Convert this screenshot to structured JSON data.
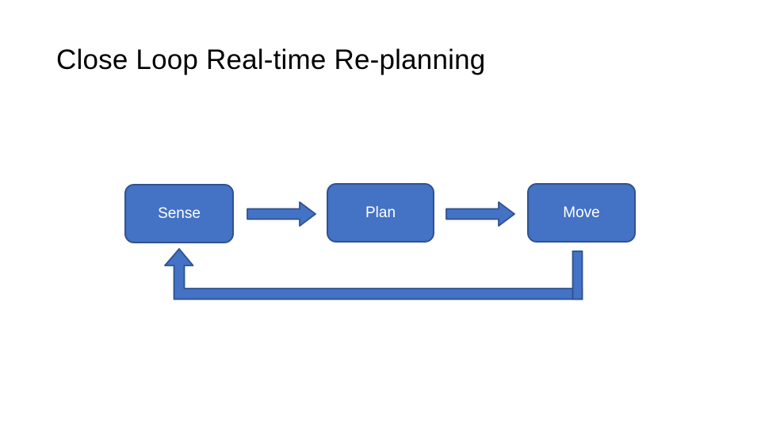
{
  "slide": {
    "title": "Close Loop Real-time Re-planning",
    "title_color": "#000000",
    "background": "#ffffff"
  },
  "diagram": {
    "shape_fill": "#4472C4",
    "shape_border": "#2F528F",
    "label_color": "#ffffff",
    "nodes": [
      {
        "id": "sense",
        "label": "Sense"
      },
      {
        "id": "plan",
        "label": "Plan"
      },
      {
        "id": "move",
        "label": "Move"
      }
    ],
    "connectors": [
      {
        "name": "sense-to-plan-arrow",
        "type": "block-arrow-right",
        "from": "Sense",
        "to": "Plan"
      },
      {
        "name": "plan-to-move-arrow",
        "type": "block-arrow-right",
        "from": "Plan",
        "to": "Move"
      },
      {
        "name": "move-to-sense-feedback-arrow",
        "type": "elbow-arrow-up",
        "from": "Move",
        "to": "Sense"
      }
    ]
  }
}
